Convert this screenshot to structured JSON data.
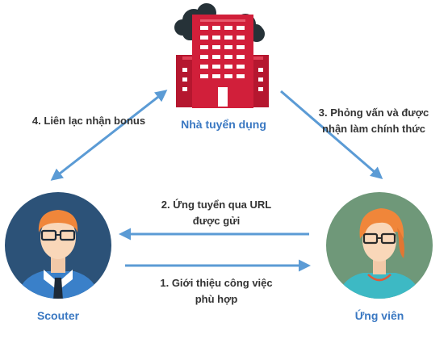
{
  "colors": {
    "arrow": "#5b9bd5",
    "accent_text": "#3a78c2",
    "building": "#d11f3a",
    "cloud": "#263238",
    "scouter_circle": "#2c5278",
    "candidate_circle": "#6f9879"
  },
  "nodes": {
    "recruiter": {
      "label": "Nhà tuyển dụng",
      "icon": "building-icon"
    },
    "scouter": {
      "label": "Scouter",
      "icon": "man-avatar-icon"
    },
    "candidate": {
      "label": "Ứng viên",
      "icon": "woman-avatar-icon"
    }
  },
  "edges": {
    "e1": {
      "line1": "1. Giới thiệu công việc",
      "line2": "phù hợp"
    },
    "e2": {
      "line1": "2. Ứng tuyển qua URL",
      "line2": "được gửi"
    },
    "e3": {
      "line1": "3. Phỏng vấn và được",
      "line2": "nhận làm chính thức"
    },
    "e4": {
      "line1": "4. Liên lạc nhận bonus"
    }
  }
}
